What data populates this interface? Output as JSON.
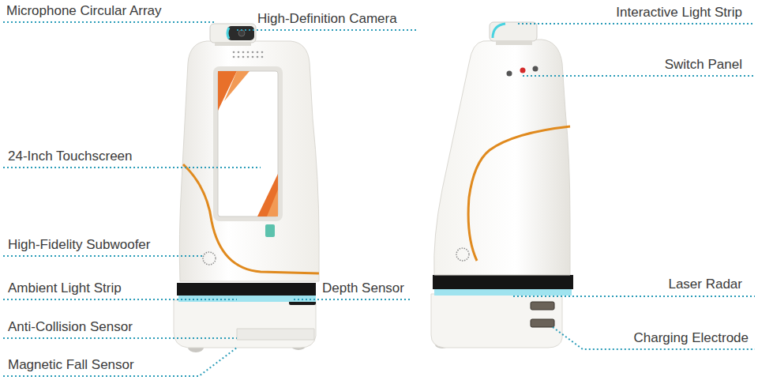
{
  "diagram": {
    "labels": [
      "Microphone Circular Array",
      "High-Definition Camera",
      "24-Inch Touchscreen",
      "High-Fidelity Subwoofer",
      "Ambient Light Strip",
      "Depth Sensor",
      "Anti-Collision Sensor",
      "Magnetic Fall Sensor",
      "Interactive Light Strip",
      "Switch Panel",
      "Laser Radar",
      "Charging Electrode"
    ]
  }
}
